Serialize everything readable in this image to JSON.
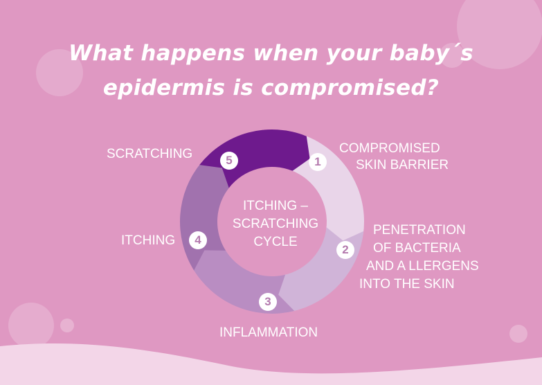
{
  "title": {
    "line1": "What happens when your baby´s",
    "line2": "epidermis is compromised?"
  },
  "cycle": {
    "center_line1": "ITCHING –",
    "center_line2": "SCRATCHING",
    "center_line3": "CYCLE",
    "steps": [
      {
        "number": "1",
        "line1": "COMPROMISED",
        "line2": "SKIN BARRIER",
        "color": "#e9d5e9"
      },
      {
        "number": "2",
        "line1": "PENETRATION",
        "line2": "OF BACTERIA",
        "line3": "AND A LLERGENS",
        "line4": "INTO THE SKIN",
        "color": "#d0b4d8"
      },
      {
        "number": "3",
        "line1": "INFLAMMATION",
        "color": "#b98dc2"
      },
      {
        "number": "4",
        "line1": "ITCHING",
        "color": "#a172ae"
      },
      {
        "number": "5",
        "line1": "SCRATCHING",
        "color": "#6e1a8d"
      }
    ]
  },
  "colors": {
    "background": "#df98c2",
    "wave": "#f3d6e8",
    "text": "#ffffff"
  }
}
